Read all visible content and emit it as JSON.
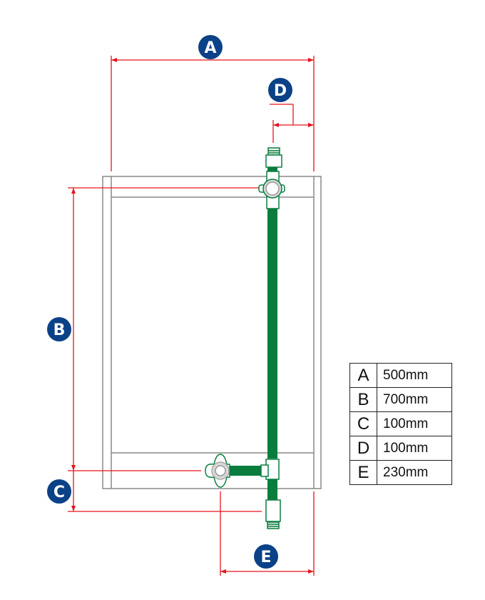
{
  "colors": {
    "dimension": "#e8141e",
    "pipe": "#0a7d3e",
    "badge": "#0b4187",
    "frame": "#888888"
  },
  "badges": {
    "a": "A",
    "b": "B",
    "c": "C",
    "d": "D",
    "e": "E"
  },
  "dimensions_table": [
    {
      "key": "A",
      "value": "500mm"
    },
    {
      "key": "B",
      "value": "700mm"
    },
    {
      "key": "C",
      "value": "100mm"
    },
    {
      "key": "D",
      "value": "100mm"
    },
    {
      "key": "E",
      "value": "230mm"
    }
  ]
}
